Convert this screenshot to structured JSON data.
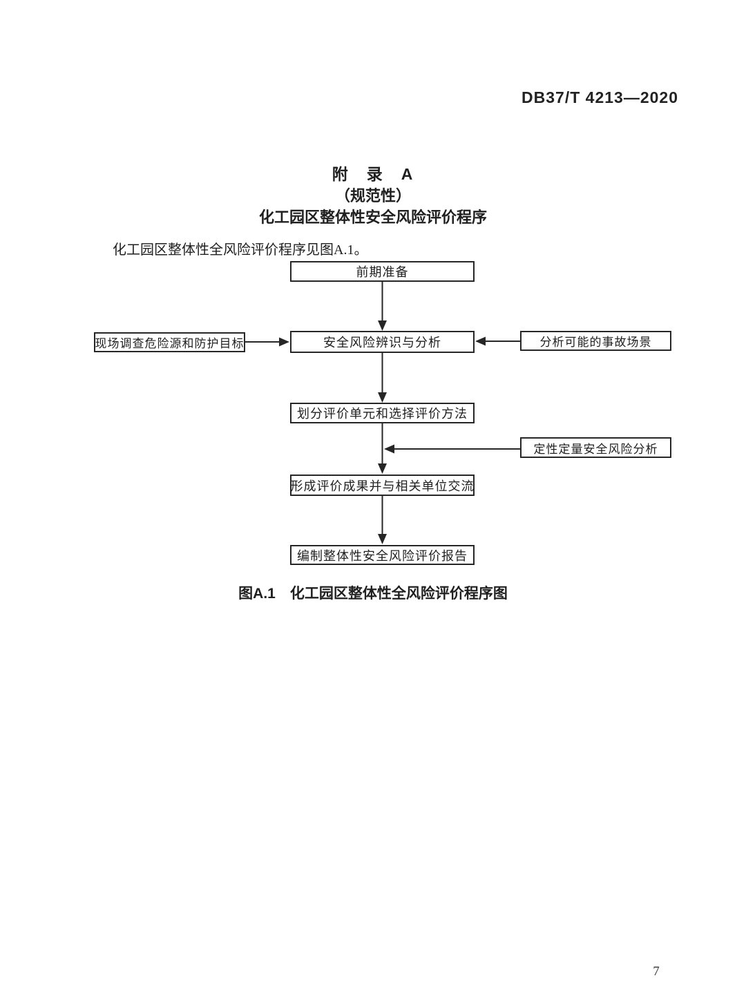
{
  "header": {
    "doc_number": "DB37/T 4213—2020"
  },
  "title": {
    "appendix": "附　录　A",
    "normative": "（规范性）",
    "main": "化工园区整体性安全风险评价程序"
  },
  "intro_text": "化工园区整体性全风险评价程序见图A.1。",
  "flowchart": {
    "nodes": [
      {
        "id": "prep",
        "label": "前期准备"
      },
      {
        "id": "survey",
        "label": "现场调查危险源和防护目标"
      },
      {
        "id": "identify",
        "label": "安全风险辨识与分析"
      },
      {
        "id": "scenario",
        "label": "分析可能的事故场景"
      },
      {
        "id": "units",
        "label": "划分评价单元和选择评价方法"
      },
      {
        "id": "qualquant",
        "label": "定性定量安全风险分析"
      },
      {
        "id": "results",
        "label": "形成评价成果并与相关单位交流"
      },
      {
        "id": "report",
        "label": "编制整体性安全风险评价报告"
      }
    ],
    "edges": [
      "prep→identify (down arrow)",
      "survey→identify (right arrow)",
      "scenario→identify (left arrow)",
      "identify→units (down arrow)",
      "units→results (down arrow)",
      "qualquant→main-line (left arrow)",
      "results→report (down arrow)"
    ],
    "caption": "图A.1　化工园区整体性全风险评价程序图"
  },
  "footer": {
    "page_number": "7"
  },
  "colors": {
    "ink": "#1f1f1f",
    "background": "#ffffff"
  }
}
